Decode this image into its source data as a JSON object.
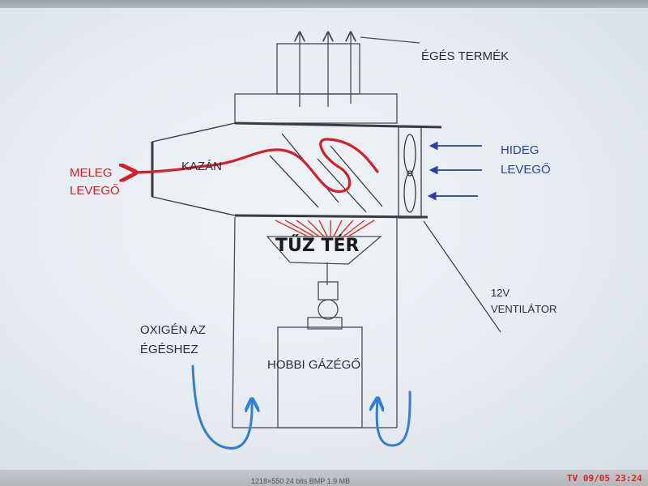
{
  "diagram": {
    "labels": {
      "combustion_product": "ÉGÉS TERMÉK",
      "boiler": "KAZÁN",
      "warm_air_line1": "MELEG",
      "warm_air_line2": "LEVEGŐ",
      "cold_air_line1": "HIDEG",
      "cold_air_line2": "LEVEGŐ",
      "fire_chamber": "TŰZ TÉR",
      "fan_line1": "12V",
      "fan_line2": "VENTILÁTOR",
      "oxygen_line1": "OXIGÉN AZ",
      "oxygen_line2": "ÉGÉSHEZ",
      "burner": "HOBBI GÁZÉGŐ"
    },
    "colors": {
      "line": "#4a4a52",
      "warm_air": "#d4202a",
      "cold_air": "#2b3da8",
      "oxygen_flow": "#2f7fd6",
      "flame": "#e0302a"
    }
  },
  "statusbar": {
    "info": "1218×550   24 bits   BMP   1.9 MB",
    "camera_stamp": "TV 09/05 23:24"
  }
}
